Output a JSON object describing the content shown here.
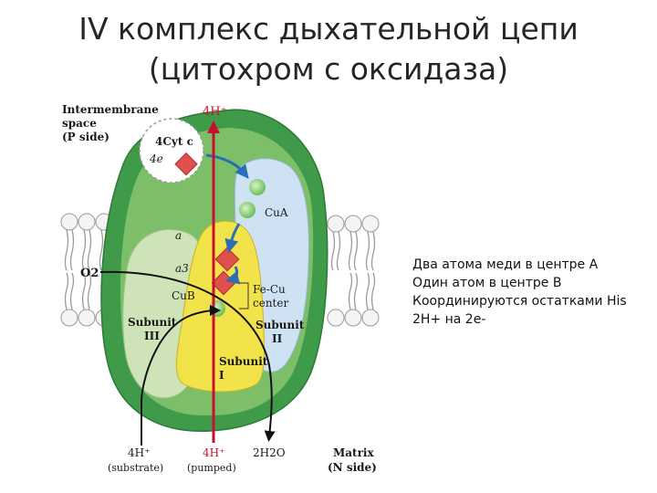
{
  "title": {
    "line1": "IV комплекс дыхательной цепи",
    "line2": "(цитохром с оксидаза)"
  },
  "figure": {
    "intermembrane_line1": "Intermembrane",
    "intermembrane_line2": "space",
    "intermembrane_line3": "(P side)",
    "h_top": "4H⁺",
    "cytc": "4Cyt c",
    "electrons": "4e",
    "cua": "CuA",
    "heme_a": "a",
    "heme_a3": "a3",
    "o2": "O2",
    "cub": "CuB",
    "fecu_line1": "Fe-Cu",
    "fecu_line2": "center",
    "sub3_line1": "Subunit",
    "sub3_line2": "III",
    "sub2_line1": "Subunit",
    "sub2_line2": "II",
    "sub1_line1": "Subunit",
    "sub1_line2": "I",
    "h_substrate": "4H⁺",
    "substrate": "(substrate)",
    "h_pumped": "4H⁺",
    "pumped": "(pumped)",
    "water": "2H2O",
    "matrix_line1": "Matrix",
    "matrix_line2": "(N side)"
  },
  "notes": {
    "line1": "Два атома меди в центре А",
    "line2": "Один атом в центре В",
    "line3": "Координируются остатками His",
    "line4": "2H+ на 2e-"
  },
  "colors": {
    "dark_green": "#3f9a4a",
    "light_green": "#cfe3b8",
    "yellow": "#f3e34a",
    "blue": "#cfe2f3",
    "proton_red": "#c8102e"
  }
}
